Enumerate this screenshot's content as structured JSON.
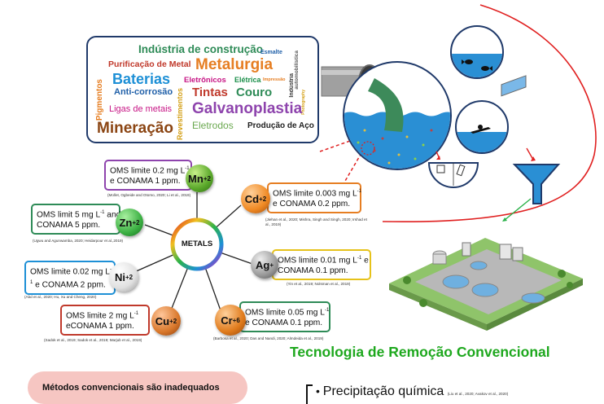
{
  "wordcloud": [
    {
      "text": "Indústria de construção",
      "color": "#2e8b57",
      "size": 13.5
    },
    {
      "text": "Esmalte",
      "color": "#1f5fa8",
      "size": 7
    },
    {
      "text": "Purificação de Metal",
      "color": "#c0392b",
      "size": 10.5
    },
    {
      "text": "Metalurgia",
      "color": "#e67e22",
      "size": 19
    },
    {
      "text": "automobilística",
      "color": "#555555",
      "size": 6.5
    },
    {
      "text": "Indústria",
      "color": "#333333",
      "size": 7
    },
    {
      "text": "Photography",
      "color": "#d4a017",
      "size": 5
    },
    {
      "text": "Baterias",
      "color": "#1e90d6",
      "size": 18
    },
    {
      "text": "Eletrônicos",
      "color": "#c71585",
      "size": 9.5
    },
    {
      "text": "Elétrica",
      "color": "#1b8f4a",
      "size": 9
    },
    {
      "text": "Impressão",
      "color": "#e67e22",
      "size": 5.5
    },
    {
      "text": "Anti-corrosão",
      "color": "#1f5fa8",
      "size": 11
    },
    {
      "text": "Tintas",
      "color": "#c0392b",
      "size": 15
    },
    {
      "text": "Couro",
      "color": "#2e8b57",
      "size": 15
    },
    {
      "text": "Pigmentos",
      "color": "#e67e22",
      "size": 10
    },
    {
      "text": "Revestimentos",
      "color": "#d4a017",
      "size": 9
    },
    {
      "text": "Ligas de metais",
      "color": "#c71585",
      "size": 11
    },
    {
      "text": "Galvanoplastia",
      "color": "#8e44ad",
      "size": 19
    },
    {
      "text": "Mineração",
      "color": "#8b4513",
      "size": 19
    },
    {
      "text": "Eletrodos",
      "color": "#6aa84f",
      "size": 12
    },
    {
      "text": "Produção de Aço",
      "color": "#222222",
      "size": 10
    }
  ],
  "hub": {
    "label": "METALS"
  },
  "metals": [
    {
      "symbol": "Mn",
      "charge": "+2",
      "info_line1": "OMS limite 0.2 mg L",
      "info_sup": "-1",
      "info_line2": "e CONAMA 1 ppm.",
      "ref": "(Mollet, Ogbeide and Otomo, 2020; Li et al., 2019)",
      "border": "#8e44ad",
      "ball": "#6abf2e"
    },
    {
      "symbol": "Cd",
      "charge": "+2",
      "info_line1": "OMS limite 0.003 mg L",
      "info_sup": "-1",
      "info_line2": "e CONAMA 0.2 ppm.",
      "ref": "(Jiehan et al., 2020; Mishra, Singh and Singh, 2020; Irshad et al., 2019)",
      "border": "#e67e22",
      "ball": "#f08a24"
    },
    {
      "symbol": "Zn",
      "charge": "+2",
      "info_line1": "OMS limit 5 mg L",
      "info_sup": "-1",
      "info_line1b": " and",
      "info_line2": "CONAMA 5 ppm.",
      "ref": "(Ugwu and Agunwamba, 2020; Heidarpour et al.,2019)",
      "border": "#2e8b57",
      "ball": "#3cb043"
    },
    {
      "symbol": "Ag",
      "charge": "+",
      "info_line1": "OMS limite 0.01 mg L",
      "info_sup": "-1",
      "info_line1b": " e",
      "info_line2": "CONAMA 0.1 ppm.",
      "ref": "(Yin et al., 2019; Nolsman et al., 2019)",
      "border": "#e6c21a",
      "ball": "#9a9a9a"
    },
    {
      "symbol": "Ni",
      "charge": "+2",
      "info_line1": "OMS limite 0.02 mg L",
      "info_sup": "-",
      "info_line2a": "1",
      "info_line2": " e CONAMA 2 ppm.",
      "ref": "(Abd et al., 2020; Hu, Xu and Cheng, 2020)",
      "border": "#1e90d6",
      "ball": "#e8e8e8"
    },
    {
      "symbol": "Cu",
      "charge": "+2",
      "info_line1": "OMS limite 2 mg L",
      "info_sup": "-1",
      "info_line2": "eCONAMA 1 ppm.",
      "ref": "(Sadok et al., 2019; Sadok et al., 2019; Marjub et al., 2019)",
      "border": "#c0392b",
      "ball": "#d9782b"
    },
    {
      "symbol": "Cr",
      "charge": "+6",
      "info_line1": "OMS limite 0.05 mg L",
      "info_sup": "-1",
      "info_line2": "e CONAMA 0.1 ppm.",
      "ref": "(Barbosa et al., 2020; Das and Nandi, 2020; Almdeida et al., 2019)",
      "border": "#2e8b57",
      "ball": "#e07b1c"
    }
  ],
  "heading": "Tecnologia de Remoção Convencional",
  "warning": "Métodos convencionais são inadequados",
  "list_item": "Precipitação química",
  "list_ref": "(Liu et al., 2020; Avakov et al., 2020)",
  "colors": {
    "heading": "#1ea81e",
    "ring": "#e02020",
    "water": "#2a8fd4",
    "outline": "#203a6a"
  }
}
